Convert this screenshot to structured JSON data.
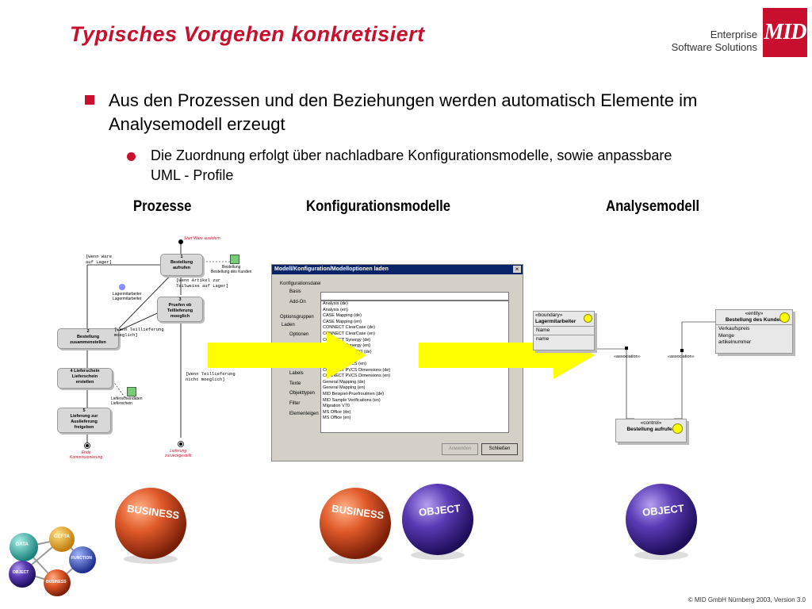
{
  "header": {
    "title": "Typisches Vorgehen konkretisiert",
    "brand_line1": "Enterprise",
    "brand_line2": "Software Solutions",
    "logo_text": "MID"
  },
  "bullets": {
    "level1": "Aus den Prozessen und den Beziehungen werden automatisch Elemente im Analysemodell erzeugt",
    "level2": "Die Zuordnung erfolgt über nachladbare Konfigurationsmodelle, sowie anpassbare UML - Profile"
  },
  "columns": {
    "prozesse": "Prozesse",
    "konfig": "Konfigurationsmodelle",
    "analyse": "Analysemodell"
  },
  "process": {
    "start": "Start Ware auslefern",
    "n1": "1\nBestellung\naufrufen",
    "n1_obj": "Bestellung\nBestellung des Kunden",
    "cond1": "[Wenn Ware\nauf Lager]",
    "cond2": "[Wenn Artikel zur\nTeilweise auf Lager]",
    "actor": "Lagermitarbeiter\nLagermitarbeiter",
    "n3": "3\nPruefen ob\nTeillieferung\nmoeglich",
    "n2": "2\nBestellung\nzusammenstellen",
    "cond3": "[Wenn Teillieferung\nmoeglich]",
    "n4": "4 Lieferschein\nLieferschein\nerstellen",
    "cond4": "[Wenn Teillieferung\nnicht moeglich]",
    "n4_obj": "Lieferscheindaten\nLieferschein",
    "n5": "5\nLieferung zur\nAuslieferung\nfreigeben",
    "end1": "Ende\nKommissionierung",
    "end2": "Lieferung\nzurueckgestellt"
  },
  "dialog": {
    "title": "Modell/Konfiguration/Modelloptionen laden",
    "group1": "Konfigurationsdatei",
    "radio1": "Basis",
    "radio2": "Add-On",
    "group2": "Optionsgruppen",
    "laden": "Laden",
    "checks": [
      "Optionen",
      "Labels",
      "Texte",
      "Objekttypen",
      "Filter",
      "Elementeigen"
    ],
    "list": [
      "Analysis (de)",
      "Analysis (en)",
      "CASE Mapping (de)",
      "CASE Mapping (en)",
      "CONNECT ClearCase (de)",
      "CONNECT ClearCase (en)",
      "CONNECT Synergy (de)",
      "CONNECT Synergy (en)",
      "CONNECT ...iertISO (de)",
      "CONNECT ...",
      "CONNECT PVCS (en)",
      "CONNECT PVCS Dimensions (de)",
      "CONNECT PVCS Dimensions (en)",
      "General Mapping (de)",
      "General Mapping (en)",
      "MID Beispiel-Pruefroutinen (de)",
      "MID Sample Verifications (en)",
      "Migration V70",
      "MS Office (de)",
      "MS Office (en)"
    ],
    "btn_apply": "Anwenden",
    "btn_close": "Schließen"
  },
  "analysis": {
    "boundary_stereo": "«boundary»",
    "boundary_name": "Lagermitarbeiter",
    "boundary_attrs": [
      "Name",
      "name"
    ],
    "entity_stereo": "«entity»",
    "entity_name": "Bestellung des Kunden",
    "entity_attrs": [
      "Verkaufspreis",
      "Menge",
      "artikelnummer"
    ],
    "assoc1": "«association»",
    "assoc2": "«association»",
    "control_stereo": "«control»",
    "control_name": "Bestellung aufrufen"
  },
  "spheres": {
    "business": "BUSINESS",
    "object": "OBJECT",
    "data": "DATA",
    "gefta": "GEFTA",
    "function": "FUNCTION"
  },
  "footer": "© MID GmbH Nürnberg 2003, Version 3.0",
  "colors": {
    "accent": "#c8102e",
    "arrow": "#ffff00"
  }
}
